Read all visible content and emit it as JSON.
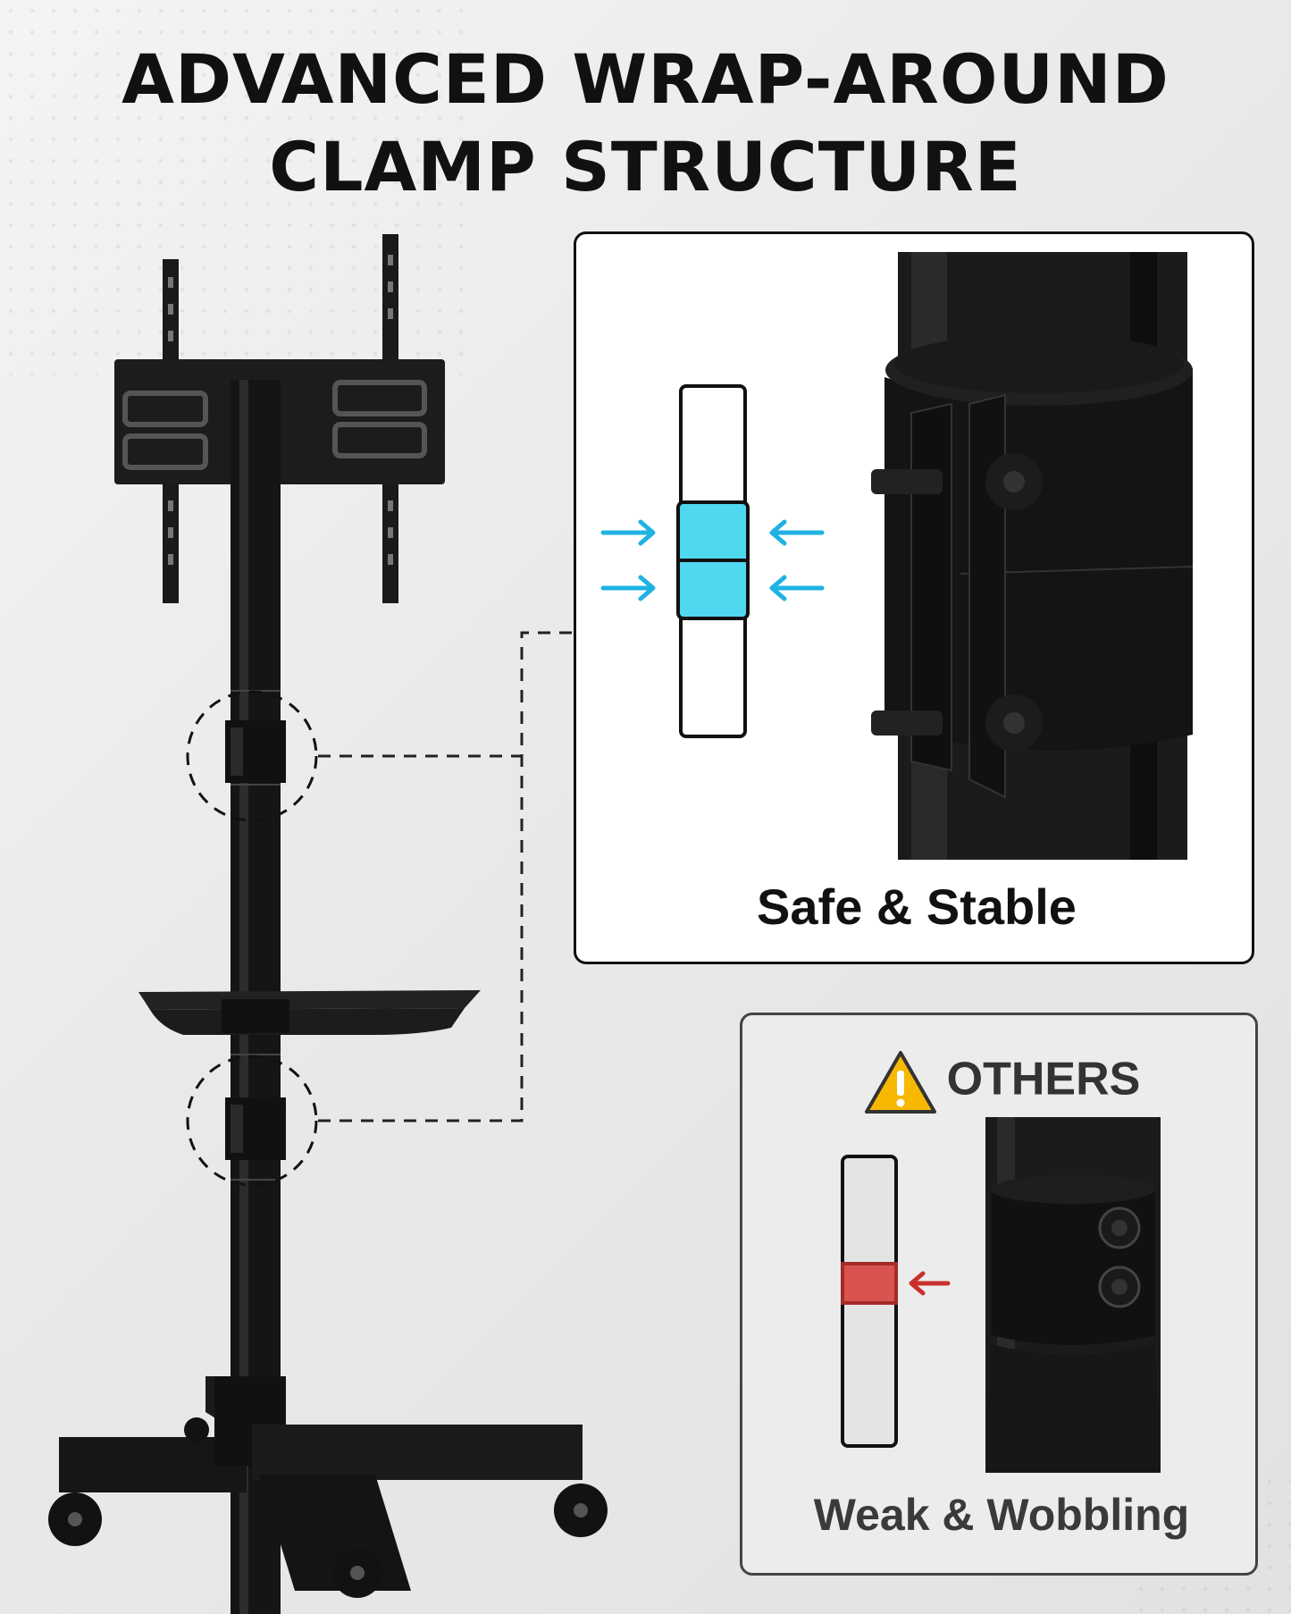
{
  "title": {
    "line1": "ADVANCED WRAP-AROUND",
    "line2": "CLAMP STRUCTURE"
  },
  "good_panel": {
    "label": "Safe & Stable",
    "accent_color": "#4fd8ef",
    "arrow_color": "#1fb2e3"
  },
  "bad_panel": {
    "heading": "OTHERS",
    "label": "Weak & Wobbling",
    "warning_icon": "warning-triangle-icon",
    "warning_color": "#f6b800",
    "accent_color": "#d9534f"
  }
}
